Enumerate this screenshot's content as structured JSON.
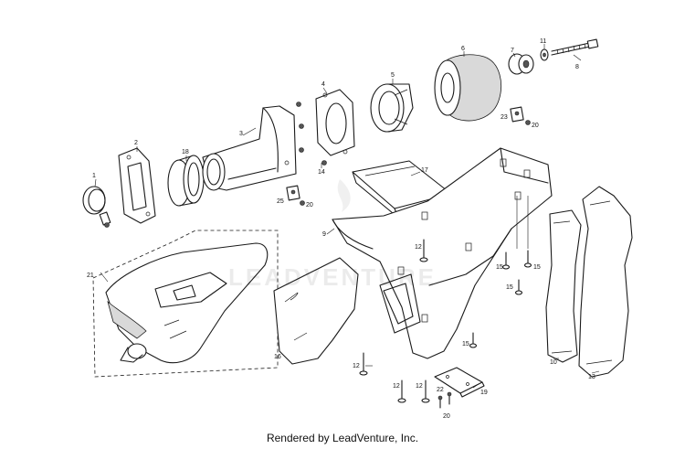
{
  "callouts": [
    "1",
    "2",
    "18",
    "3",
    "4",
    "5",
    "6",
    "7",
    "11",
    "8",
    "23",
    "20",
    "14",
    "25",
    "20",
    "17",
    "9",
    "12",
    "15",
    "15",
    "15",
    "21",
    "16",
    "12",
    "12",
    "12",
    "15",
    "22",
    "19",
    "20",
    "10",
    "13"
  ],
  "watermark": "LEADVENTURE",
  "footer": "Rendered by LeadVenture, Inc."
}
